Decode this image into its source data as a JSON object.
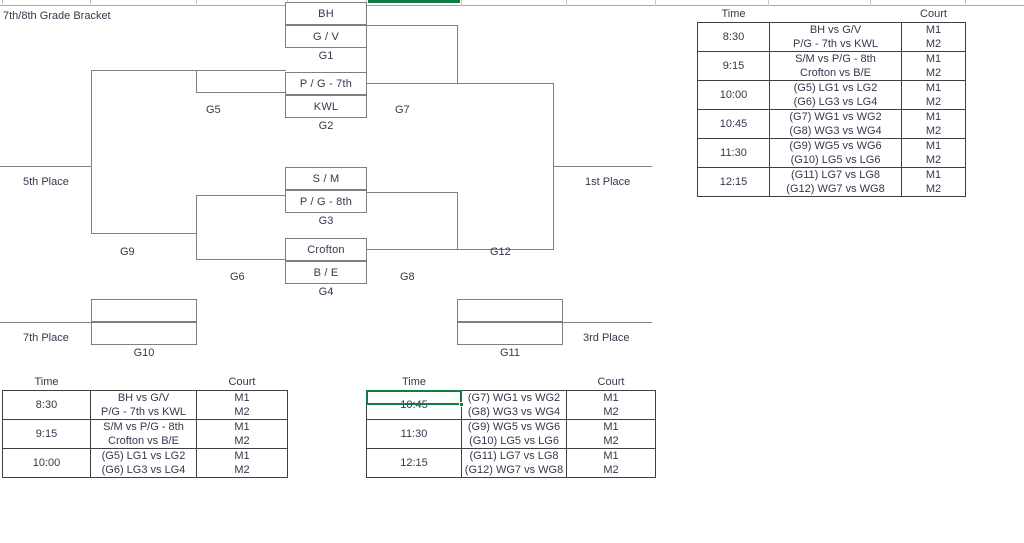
{
  "bracket": {
    "title": "7th/8th Grade Bracket",
    "place_labels": {
      "fifth": "5th Place",
      "seventh": "7th Place",
      "first": "1st Place",
      "third": "3rd Place"
    },
    "games": {
      "g1": {
        "label": "G1",
        "top": "BH",
        "bottom": "G / V"
      },
      "g2": {
        "label": "G2",
        "top": "P / G - 7th",
        "bottom": "KWL"
      },
      "g3": {
        "label": "G3",
        "top": "S / M",
        "bottom": "P / G - 8th"
      },
      "g4": {
        "label": "G4",
        "top": "Crofton",
        "bottom": "B / E"
      },
      "g5": {
        "label": "G5",
        "top": "",
        "bottom": ""
      },
      "g6": {
        "label": "G6",
        "top": "",
        "bottom": ""
      },
      "g7": {
        "label": "G7",
        "top": "",
        "bottom": ""
      },
      "g8": {
        "label": "G8",
        "top": "",
        "bottom": ""
      },
      "g9": {
        "label": "G9",
        "top": "",
        "bottom": ""
      },
      "g10": {
        "label": "G10",
        "top": "",
        "bottom": ""
      },
      "g11": {
        "label": "G11",
        "top": "",
        "bottom": ""
      },
      "g12": {
        "label": "G12",
        "top": "",
        "bottom": ""
      }
    }
  },
  "schedule_full": {
    "headers": {
      "time": "Time",
      "matchup": "",
      "court": "Court"
    },
    "rows": [
      {
        "time": "8:30",
        "matchups": [
          "BH vs G/V",
          "P/G - 7th vs KWL"
        ],
        "courts": [
          "M1",
          "M2"
        ]
      },
      {
        "time": "9:15",
        "matchups": [
          "S/M vs P/G - 8th",
          "Crofton vs B/E"
        ],
        "courts": [
          "M1",
          "M2"
        ]
      },
      {
        "time": "10:00",
        "matchups": [
          "(G5) LG1 vs LG2",
          "(G6) LG3 vs LG4"
        ],
        "courts": [
          "M1",
          "M2"
        ]
      },
      {
        "time": "10:45",
        "matchups": [
          "(G7) WG1 vs WG2",
          "(G8) WG3 vs WG4"
        ],
        "courts": [
          "M1",
          "M2"
        ]
      },
      {
        "time": "11:30",
        "matchups": [
          "(G9) WG5 vs WG6",
          "(G10) LG5 vs LG6"
        ],
        "courts": [
          "M1",
          "M2"
        ]
      },
      {
        "time": "12:15",
        "matchups": [
          "(G11) LG7 vs LG8",
          "(G12) WG7 vs WG8"
        ],
        "courts": [
          "M1",
          "M2"
        ]
      }
    ]
  },
  "schedule_morning": {
    "headers": {
      "time": "Time",
      "matchup": "",
      "court": "Court"
    },
    "rows": [
      {
        "time": "8:30",
        "matchups": [
          "BH vs G/V",
          "P/G - 7th vs KWL"
        ],
        "courts": [
          "M1",
          "M2"
        ]
      },
      {
        "time": "9:15",
        "matchups": [
          "S/M vs P/G - 8th",
          "Crofton vs B/E"
        ],
        "courts": [
          "M1",
          "M2"
        ]
      },
      {
        "time": "10:00",
        "matchups": [
          "(G5) LG1 vs LG2",
          "(G6) LG3 vs LG4"
        ],
        "courts": [
          "M1",
          "M2"
        ]
      }
    ]
  },
  "schedule_afternoon": {
    "headers": {
      "time": "Time",
      "matchup": "",
      "court": "Court"
    },
    "rows": [
      {
        "time": "10:45",
        "matchups": [
          "(G7) WG1 vs WG2",
          "(G8) WG3 vs WG4"
        ],
        "courts": [
          "M1",
          "M2"
        ]
      },
      {
        "time": "11:30",
        "matchups": [
          "(G9) WG5 vs WG6",
          "(G10) LG5 vs LG6"
        ],
        "courts": [
          "M1",
          "M2"
        ]
      },
      {
        "time": "12:15",
        "matchups": [
          "(G11) LG7 vs LG8",
          "(G12) WG7 vs WG8"
        ],
        "courts": [
          "M1",
          "M2"
        ]
      }
    ]
  },
  "selection": {
    "active_cell_value": "10:45",
    "accent": "#107c41"
  },
  "colors": {
    "text": "#33384d",
    "bracket_line": "#808080",
    "table_border": "#3f3f3f"
  }
}
